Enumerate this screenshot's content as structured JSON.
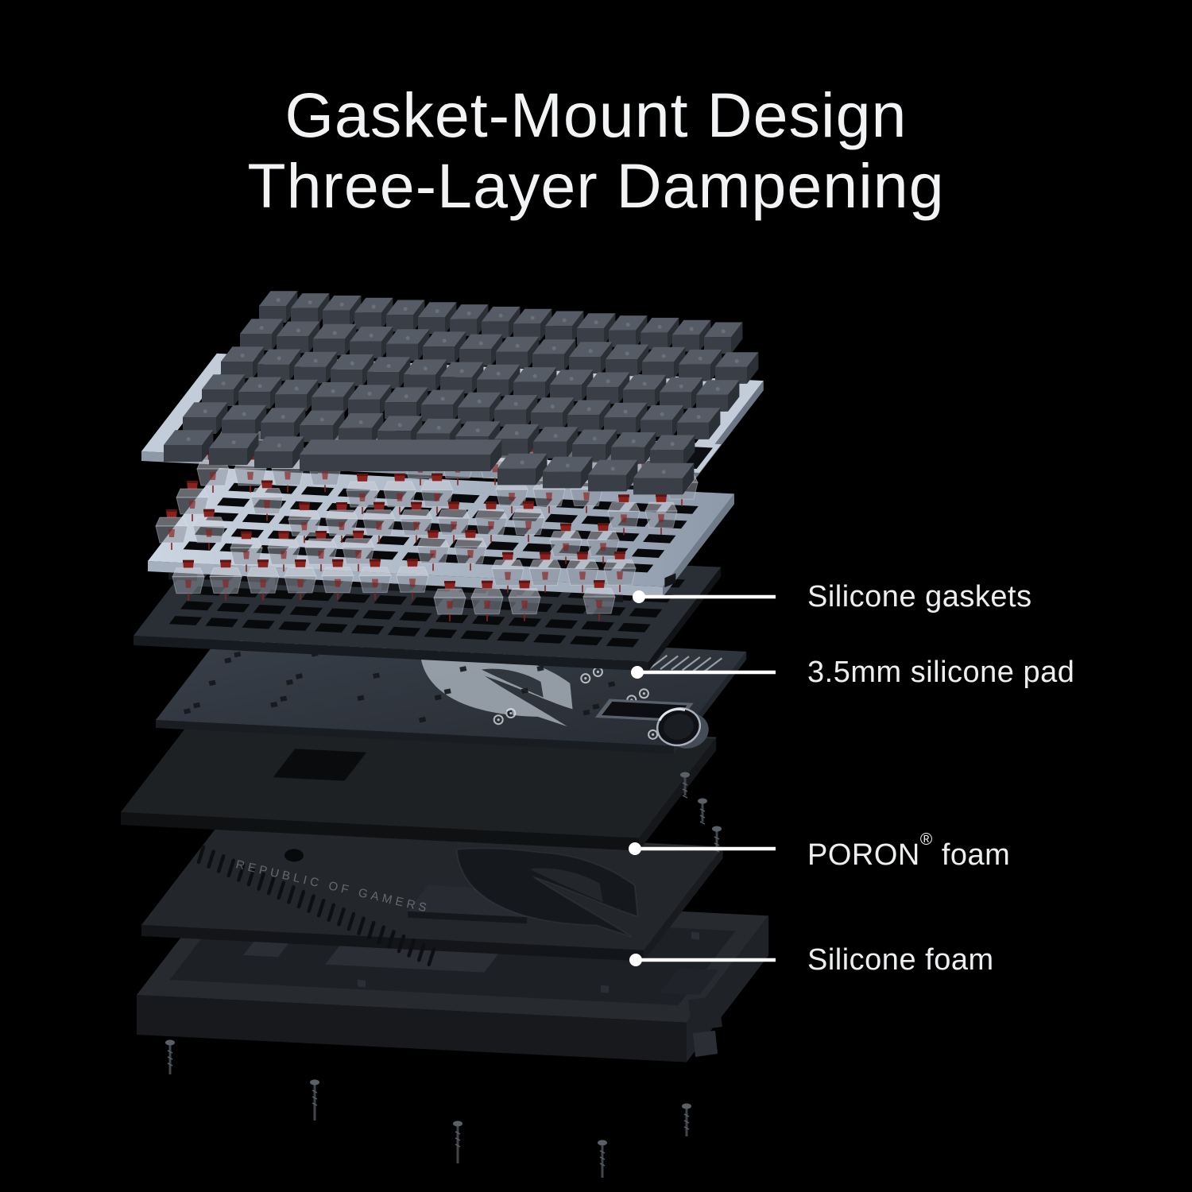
{
  "title": {
    "line1": "Gasket-Mount Design",
    "line2": "Three-Layer Dampening"
  },
  "callouts": [
    {
      "label": "Silicone gaskets"
    },
    {
      "label": "3.5mm silicone pad"
    },
    {
      "label": "PORON® foam"
    },
    {
      "label": "Silicone foam"
    }
  ],
  "scene": {
    "foam_text": "REPUBLIC OF GAMERS"
  },
  "colors": {
    "background": "#000000",
    "title_text": "#f2f3f5",
    "label_text": "#edeef0",
    "leader": "#ffffff",
    "keycap_top": "#565c66",
    "keycap_front": "#3a3f47",
    "keycap_side": "#2b3037",
    "keycap_legend": "#9aa1ab",
    "switch_stem": "#8a211d",
    "switch_stem_dark": "#5c1412",
    "switch_upper": "rgba(205,210,220,0.50)",
    "switch_lower": "rgba(140,147,158,0.55)",
    "switch_edge": "rgba(228,233,242,0.35)",
    "frame_light": "#c3cdd9",
    "frame_front": "#8e99a8",
    "frame_side": "#6c7685",
    "plate_hi": "#ccd6e2",
    "plate_lo": "#8d99a9",
    "plate_front": "#a5b0be",
    "plate_side": "#707b8a",
    "gasket": "#131519",
    "hole": "#08090b",
    "pad_top": "#2a2f36",
    "pad_front": "#171a1e",
    "pad_side": "#111316",
    "pcb_top": "#31373f",
    "pcb_front": "#191d22",
    "pcb_side": "#22262d",
    "pcb_print": "#a9b2bc",
    "pcb_stripe": "#f2f5f8",
    "oled_frame": "#59616b",
    "oled_glass": "#0c0e11",
    "knob_dark": "#0f1114",
    "knob_ring": "#a8b0bb",
    "knob_side": "#454c55",
    "poron_top": "#1e2124",
    "poron_front": "#0f1113",
    "poron_side": "#15171a",
    "poron_cut": "#0a0b0d",
    "foam_top": "#23262b",
    "foam_front": "#131518",
    "foam_side": "#191b1f",
    "foam_logo": "#15181c",
    "foam_text_fill": "rgba(255,255,255,0.30)",
    "hatch": "#0d0f13",
    "case_top": "#272a2f",
    "case_front": "#17191d",
    "case_side": "#1f2227",
    "case_floor": "#1d2025",
    "case_block": "#2b2f35",
    "screw_head": "#5a6068",
    "screw_shaft": "#41464d"
  }
}
